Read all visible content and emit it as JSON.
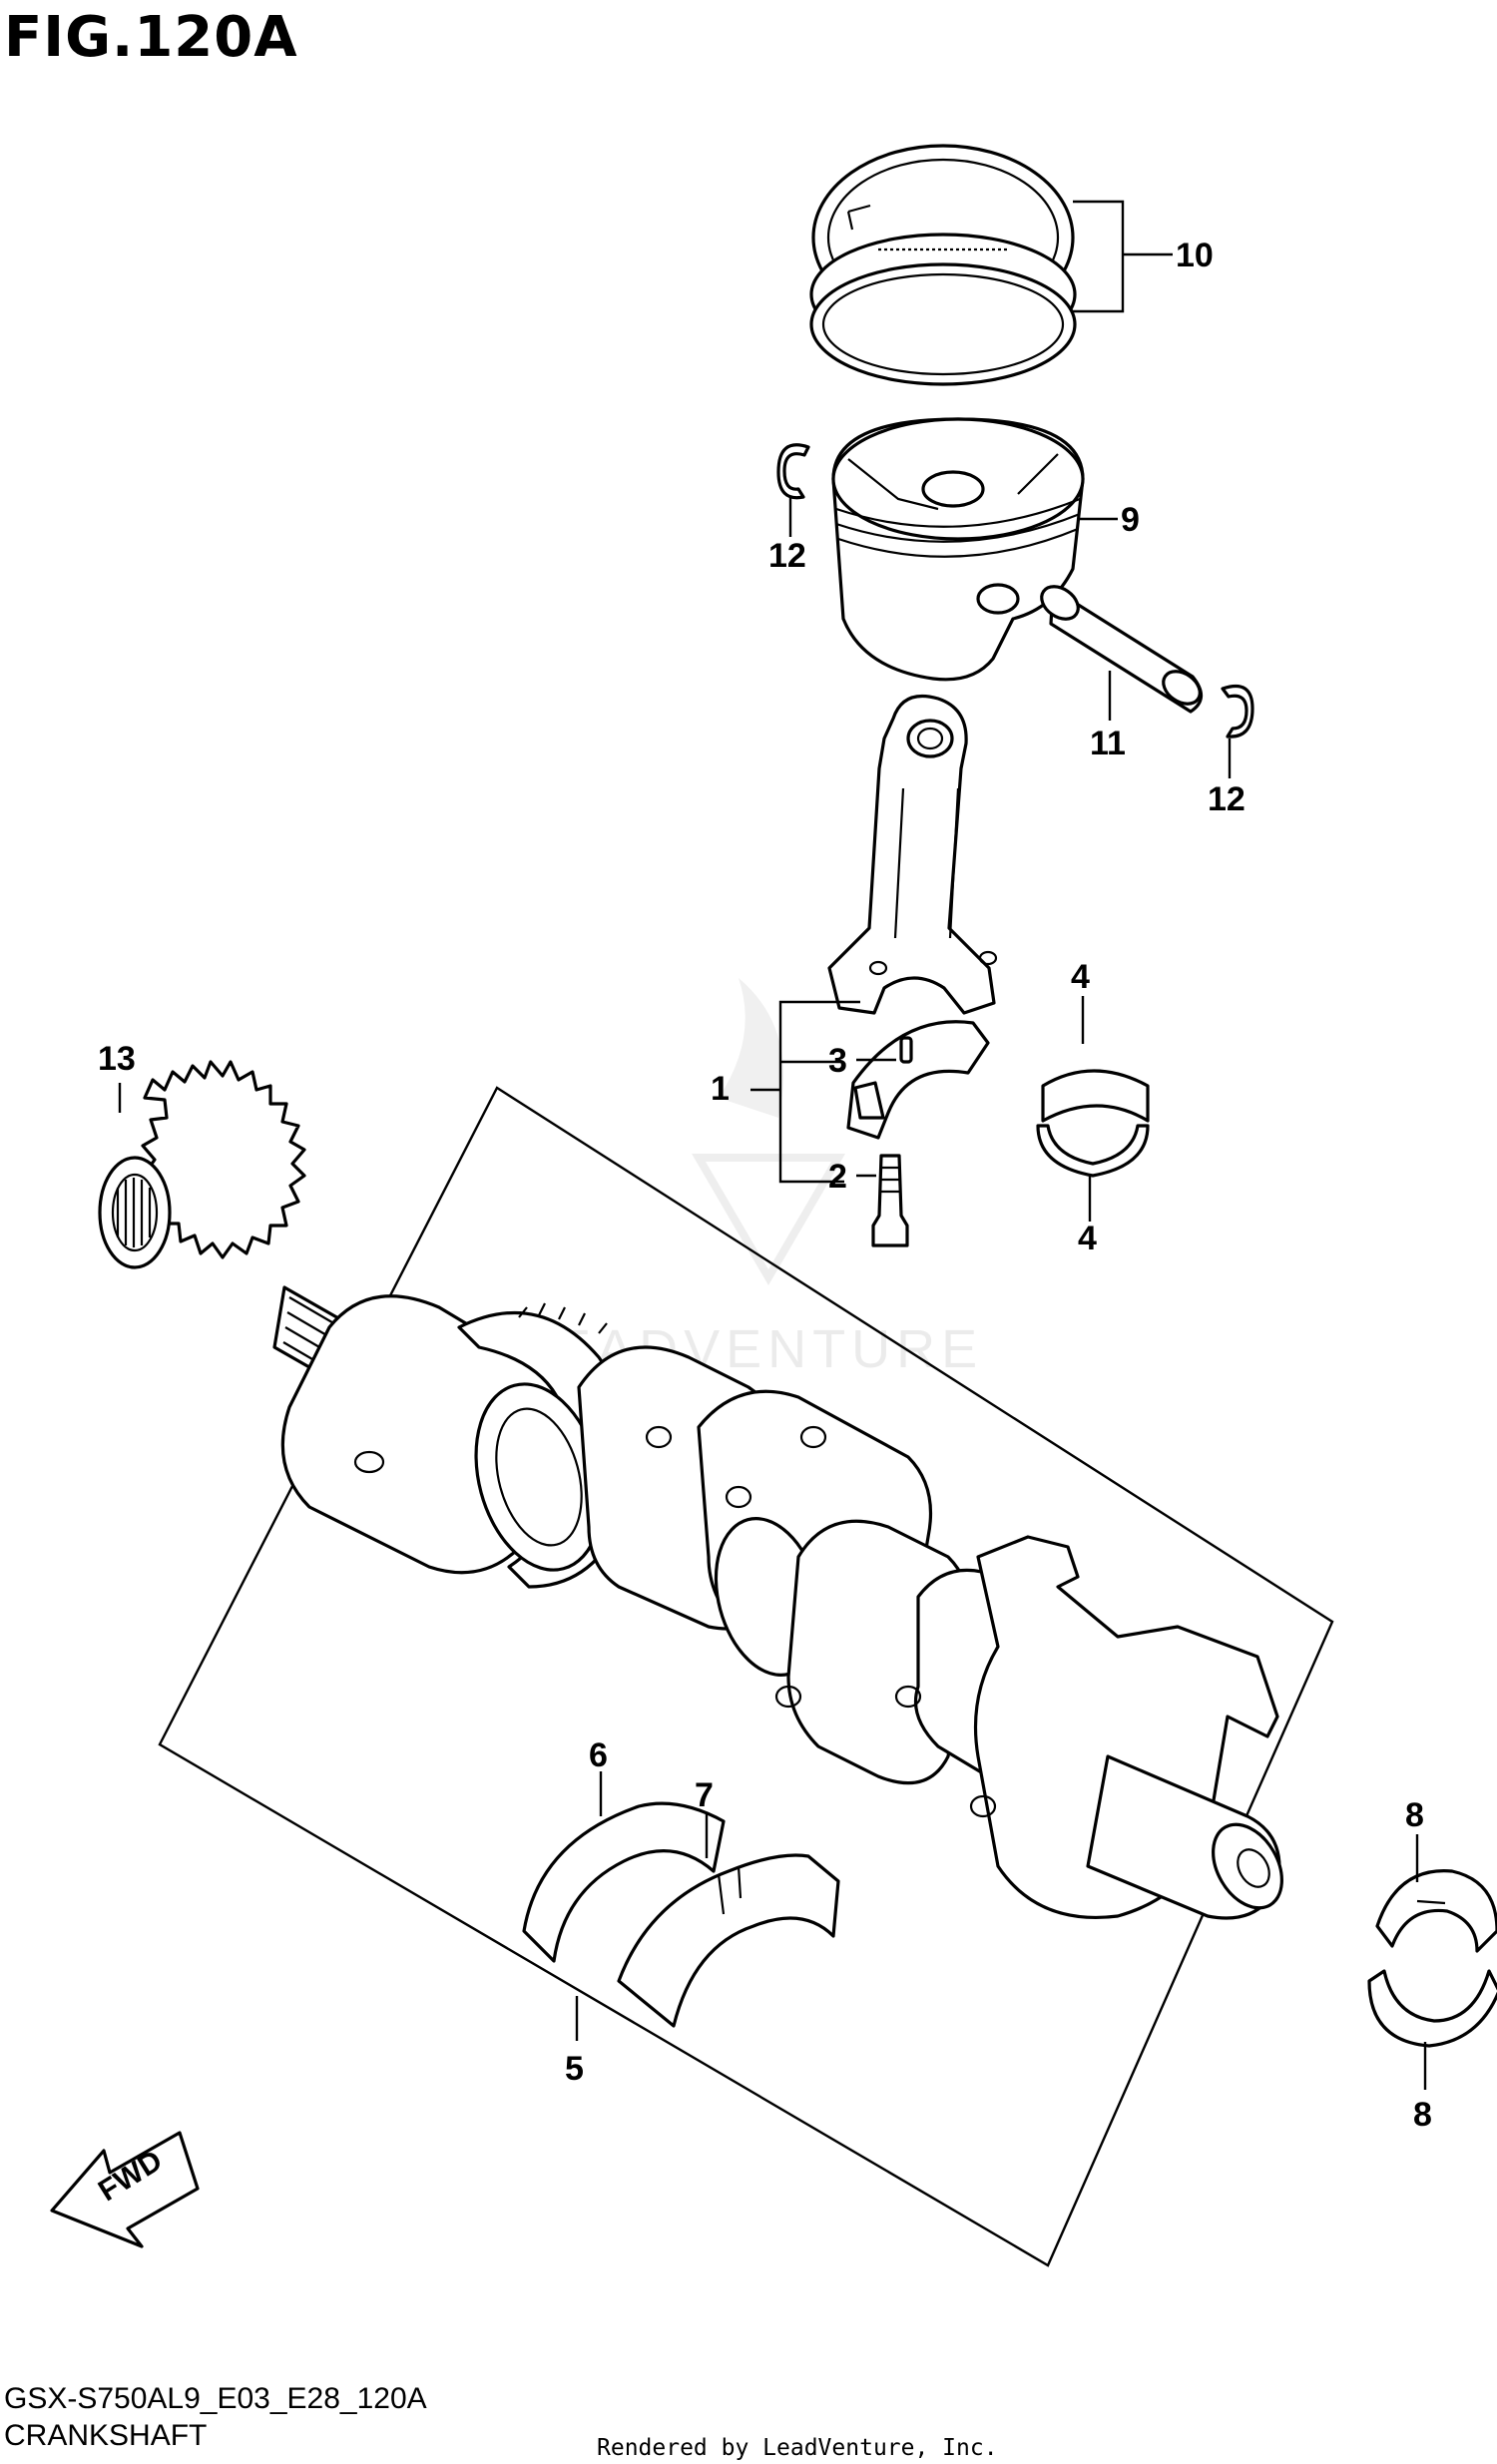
{
  "figure": {
    "title": "FIG.120A",
    "model_code": "GSX-S750AL9_E03_E28_120A",
    "section_name": "CRANKSHAFT",
    "rendered_by": "Rendered by LeadVenture, Inc.",
    "watermark": "LEADVENTURE",
    "fwd_label": "FWD"
  },
  "callouts": {
    "c1": "1",
    "c2": "2",
    "c3": "3",
    "c4_top": "4",
    "c4_bottom": "4",
    "c5": "5",
    "c6": "6",
    "c7": "7",
    "c8_top": "8",
    "c8_bottom": "8",
    "c9": "9",
    "c10": "10",
    "c11": "11",
    "c12_left": "12",
    "c12_right": "12",
    "c13": "13"
  }
}
